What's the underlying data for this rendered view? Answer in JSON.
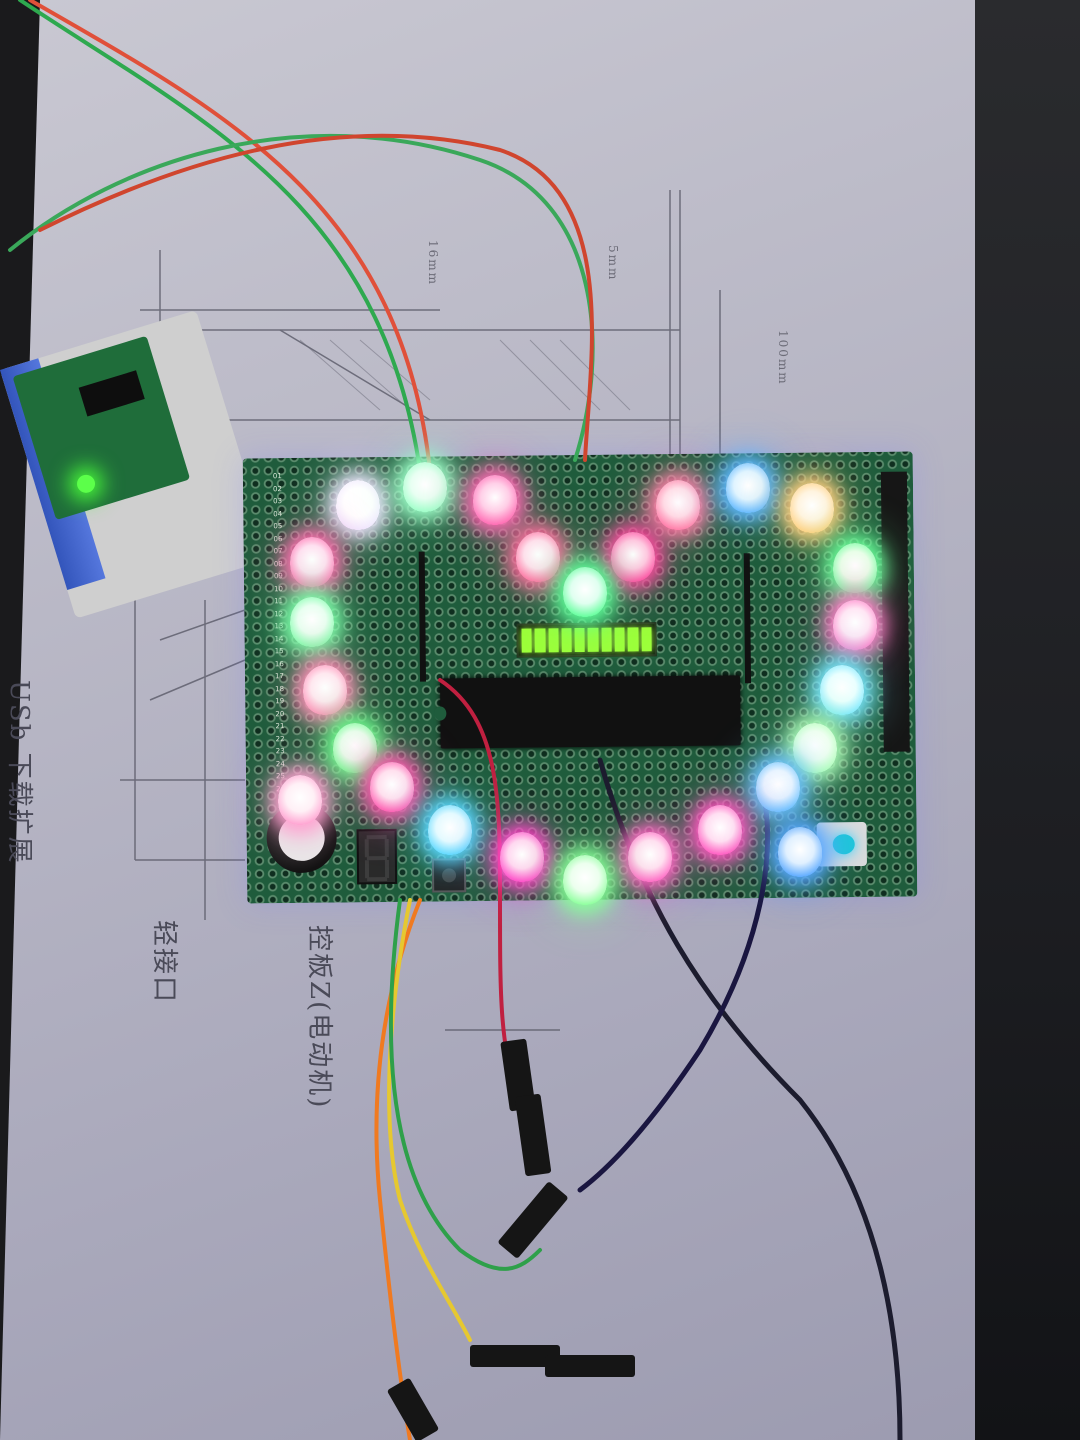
{
  "photo": {
    "subject": "glowing-led-heart-pcb",
    "colors": {
      "paper": "#c0bfcc",
      "pcb": "#1f5c3c",
      "bargraph": "#9cff3a"
    },
    "handwriting": {
      "usb_note": "USb 下载扩展",
      "port_note": "轻接口",
      "board_note": "控板Z(电动机)"
    },
    "dimension_marks": [
      "16mm",
      "5mm",
      "100mm"
    ]
  },
  "pcb": {
    "pin_numbers": [
      "01",
      "02",
      "03",
      "04",
      "05",
      "06",
      "07",
      "08",
      "09",
      "10",
      "11",
      "12",
      "13",
      "14",
      "15",
      "16",
      "17",
      "18",
      "19",
      "20",
      "21",
      "22",
      "23",
      "24",
      "25",
      "26"
    ]
  },
  "leds": [
    {
      "color": "#ffffff",
      "glow": "#f0e8ff"
    },
    {
      "color": "#e8fff2",
      "glow": "#9dffc8"
    },
    {
      "color": "#ffd0e8",
      "glow": "#ff6ab4"
    },
    {
      "color": "#ffe0e8",
      "glow": "#ff80a8"
    },
    {
      "color": "#e0f4ff",
      "glow": "#60b8ff"
    },
    {
      "color": "#fff4e0",
      "glow": "#ffd080"
    },
    {
      "color": "#ffe0f0",
      "glow": "#ff70b0"
    },
    {
      "color": "#e8ffe8",
      "glow": "#6bff9a"
    },
    {
      "color": "#e8fff0",
      "glow": "#7dffaa"
    },
    {
      "color": "#ffe6f4",
      "glow": "#ff7fc8"
    },
    {
      "color": "#ffe0ec",
      "glow": "#ff6fa0"
    },
    {
      "color": "#ffc8e0",
      "glow": "#ff4aa0"
    },
    {
      "color": "#e0fff0",
      "glow": "#60ff9a"
    },
    {
      "color": "#ffe8f0",
      "glow": "#ff90b8"
    },
    {
      "color": "#eaffff",
      "glow": "#7ae8ff"
    },
    {
      "color": "#e8ffec",
      "glow": "#70ff90"
    },
    {
      "color": "#f0fff0",
      "glow": "#b0ffb8"
    },
    {
      "color": "#ffe0ee",
      "glow": "#ff5ab0"
    },
    {
      "color": "#e8f4ff",
      "glow": "#6ec4ff"
    },
    {
      "color": "#e4faff",
      "glow": "#5ad8ff"
    },
    {
      "color": "#ffe0f2",
      "glow": "#ff58c0"
    },
    {
      "color": "#ffd8f0",
      "glow": "#ff48c8"
    },
    {
      "color": "#ffe0f0",
      "glow": "#ff66c4"
    },
    {
      "color": "#e0f0ff",
      "glow": "#58a8ff"
    },
    {
      "color": "#ecffee",
      "glow": "#8aff9a"
    },
    {
      "color": "#fff0f6",
      "glow": "#ffa0d0"
    }
  ]
}
